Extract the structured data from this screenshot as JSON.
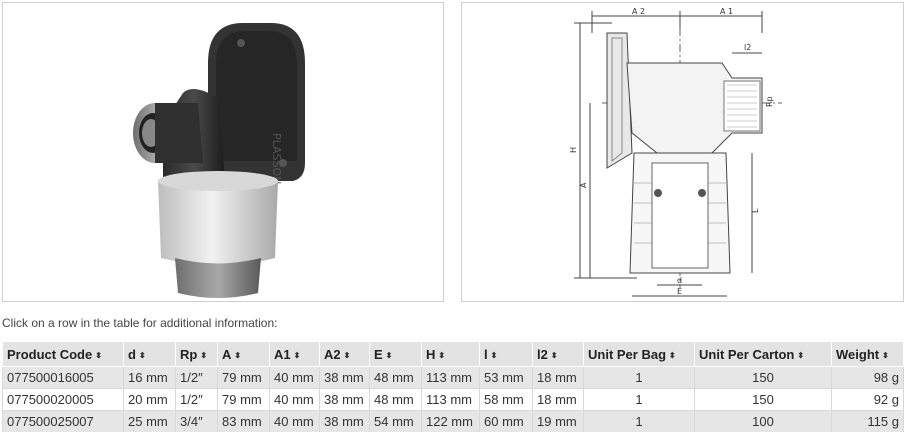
{
  "hint_text": "Click on a row in the table for additional information:",
  "photo_brand": "PLASSON",
  "drawing_labels": {
    "a2": "A 2",
    "a1": "A 1",
    "l2": "l2",
    "rp": "Rp",
    "h": "H",
    "a": "A",
    "l": "L",
    "d": "d",
    "e": "E"
  },
  "table": {
    "headers": [
      "Product Code",
      "d",
      "Rp",
      "A",
      "A1",
      "A2",
      "E",
      "H",
      "l",
      "l2",
      "Unit Per Bag",
      "Unit Per Carton",
      "Weight"
    ],
    "sort_glyph": "⬍",
    "rows": [
      [
        "077500016005",
        "16 mm",
        "1/2″",
        "79 mm",
        "40 mm",
        "38 mm",
        "48 mm",
        "113 mm",
        "53 mm",
        "18 mm",
        "1",
        "150",
        "98 g"
      ],
      [
        "077500020005",
        "20 mm",
        "1/2″",
        "79 mm",
        "40 mm",
        "38 mm",
        "48 mm",
        "113 mm",
        "58 mm",
        "18 mm",
        "1",
        "150",
        "92 g"
      ],
      [
        "077500025007",
        "25 mm",
        "3/4″",
        "83 mm",
        "40 mm",
        "38 mm",
        "54 mm",
        "122 mm",
        "60 mm",
        "19 mm",
        "1",
        "100",
        "115 g"
      ]
    ]
  }
}
